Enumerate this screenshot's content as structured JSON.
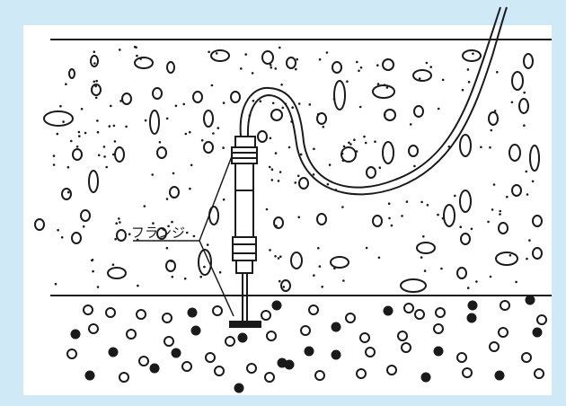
{
  "diagram": {
    "callout_label": "フランジ",
    "colors": {
      "background": "#cfe9f7",
      "drawing_panel": "#ffffff",
      "line": "#1a1a1a"
    },
    "layers": [
      "upper-aggregate-layer",
      "lower-gravel-layer"
    ],
    "components": [
      "probe-sensor",
      "cable",
      "flange-upper",
      "flange-lower"
    ]
  }
}
